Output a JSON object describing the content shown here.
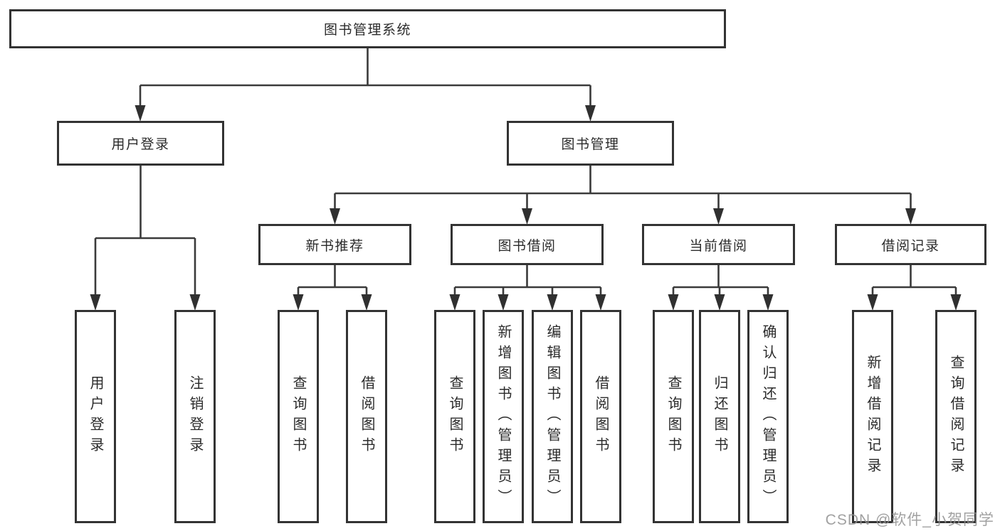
{
  "diagram_title": "图书管理系统",
  "tree": {
    "label": "图书管理系统",
    "children": [
      {
        "label": "用户登录",
        "children": [
          {
            "label": "用户登录"
          },
          {
            "label": "注销登录"
          }
        ]
      },
      {
        "label": "图书管理",
        "children": [
          {
            "label": "新书推荐",
            "children": [
              {
                "label": "查询图书"
              },
              {
                "label": "借阅图书"
              }
            ]
          },
          {
            "label": "图书借阅",
            "children": [
              {
                "label": "查询图书"
              },
              {
                "label": "新增图书（管理员）"
              },
              {
                "label": "编辑图书（管理员）"
              },
              {
                "label": "借阅图书"
              }
            ]
          },
          {
            "label": "当前借阅",
            "children": [
              {
                "label": "查询图书"
              },
              {
                "label": "归还图书"
              },
              {
                "label": "确认归还（管理员）"
              }
            ]
          },
          {
            "label": "借阅记录",
            "children": [
              {
                "label": "新增借阅记录"
              },
              {
                "label": "查询借阅记录"
              }
            ]
          }
        ]
      }
    ]
  },
  "watermark": "CSDN @软件_小贺同学",
  "colors": {
    "line": "#3a3a3a",
    "arrowhead": "#303030",
    "box_border": "#333333",
    "text": "#2b2b2b",
    "watermark": "#919191",
    "background": "#ffffff"
  }
}
